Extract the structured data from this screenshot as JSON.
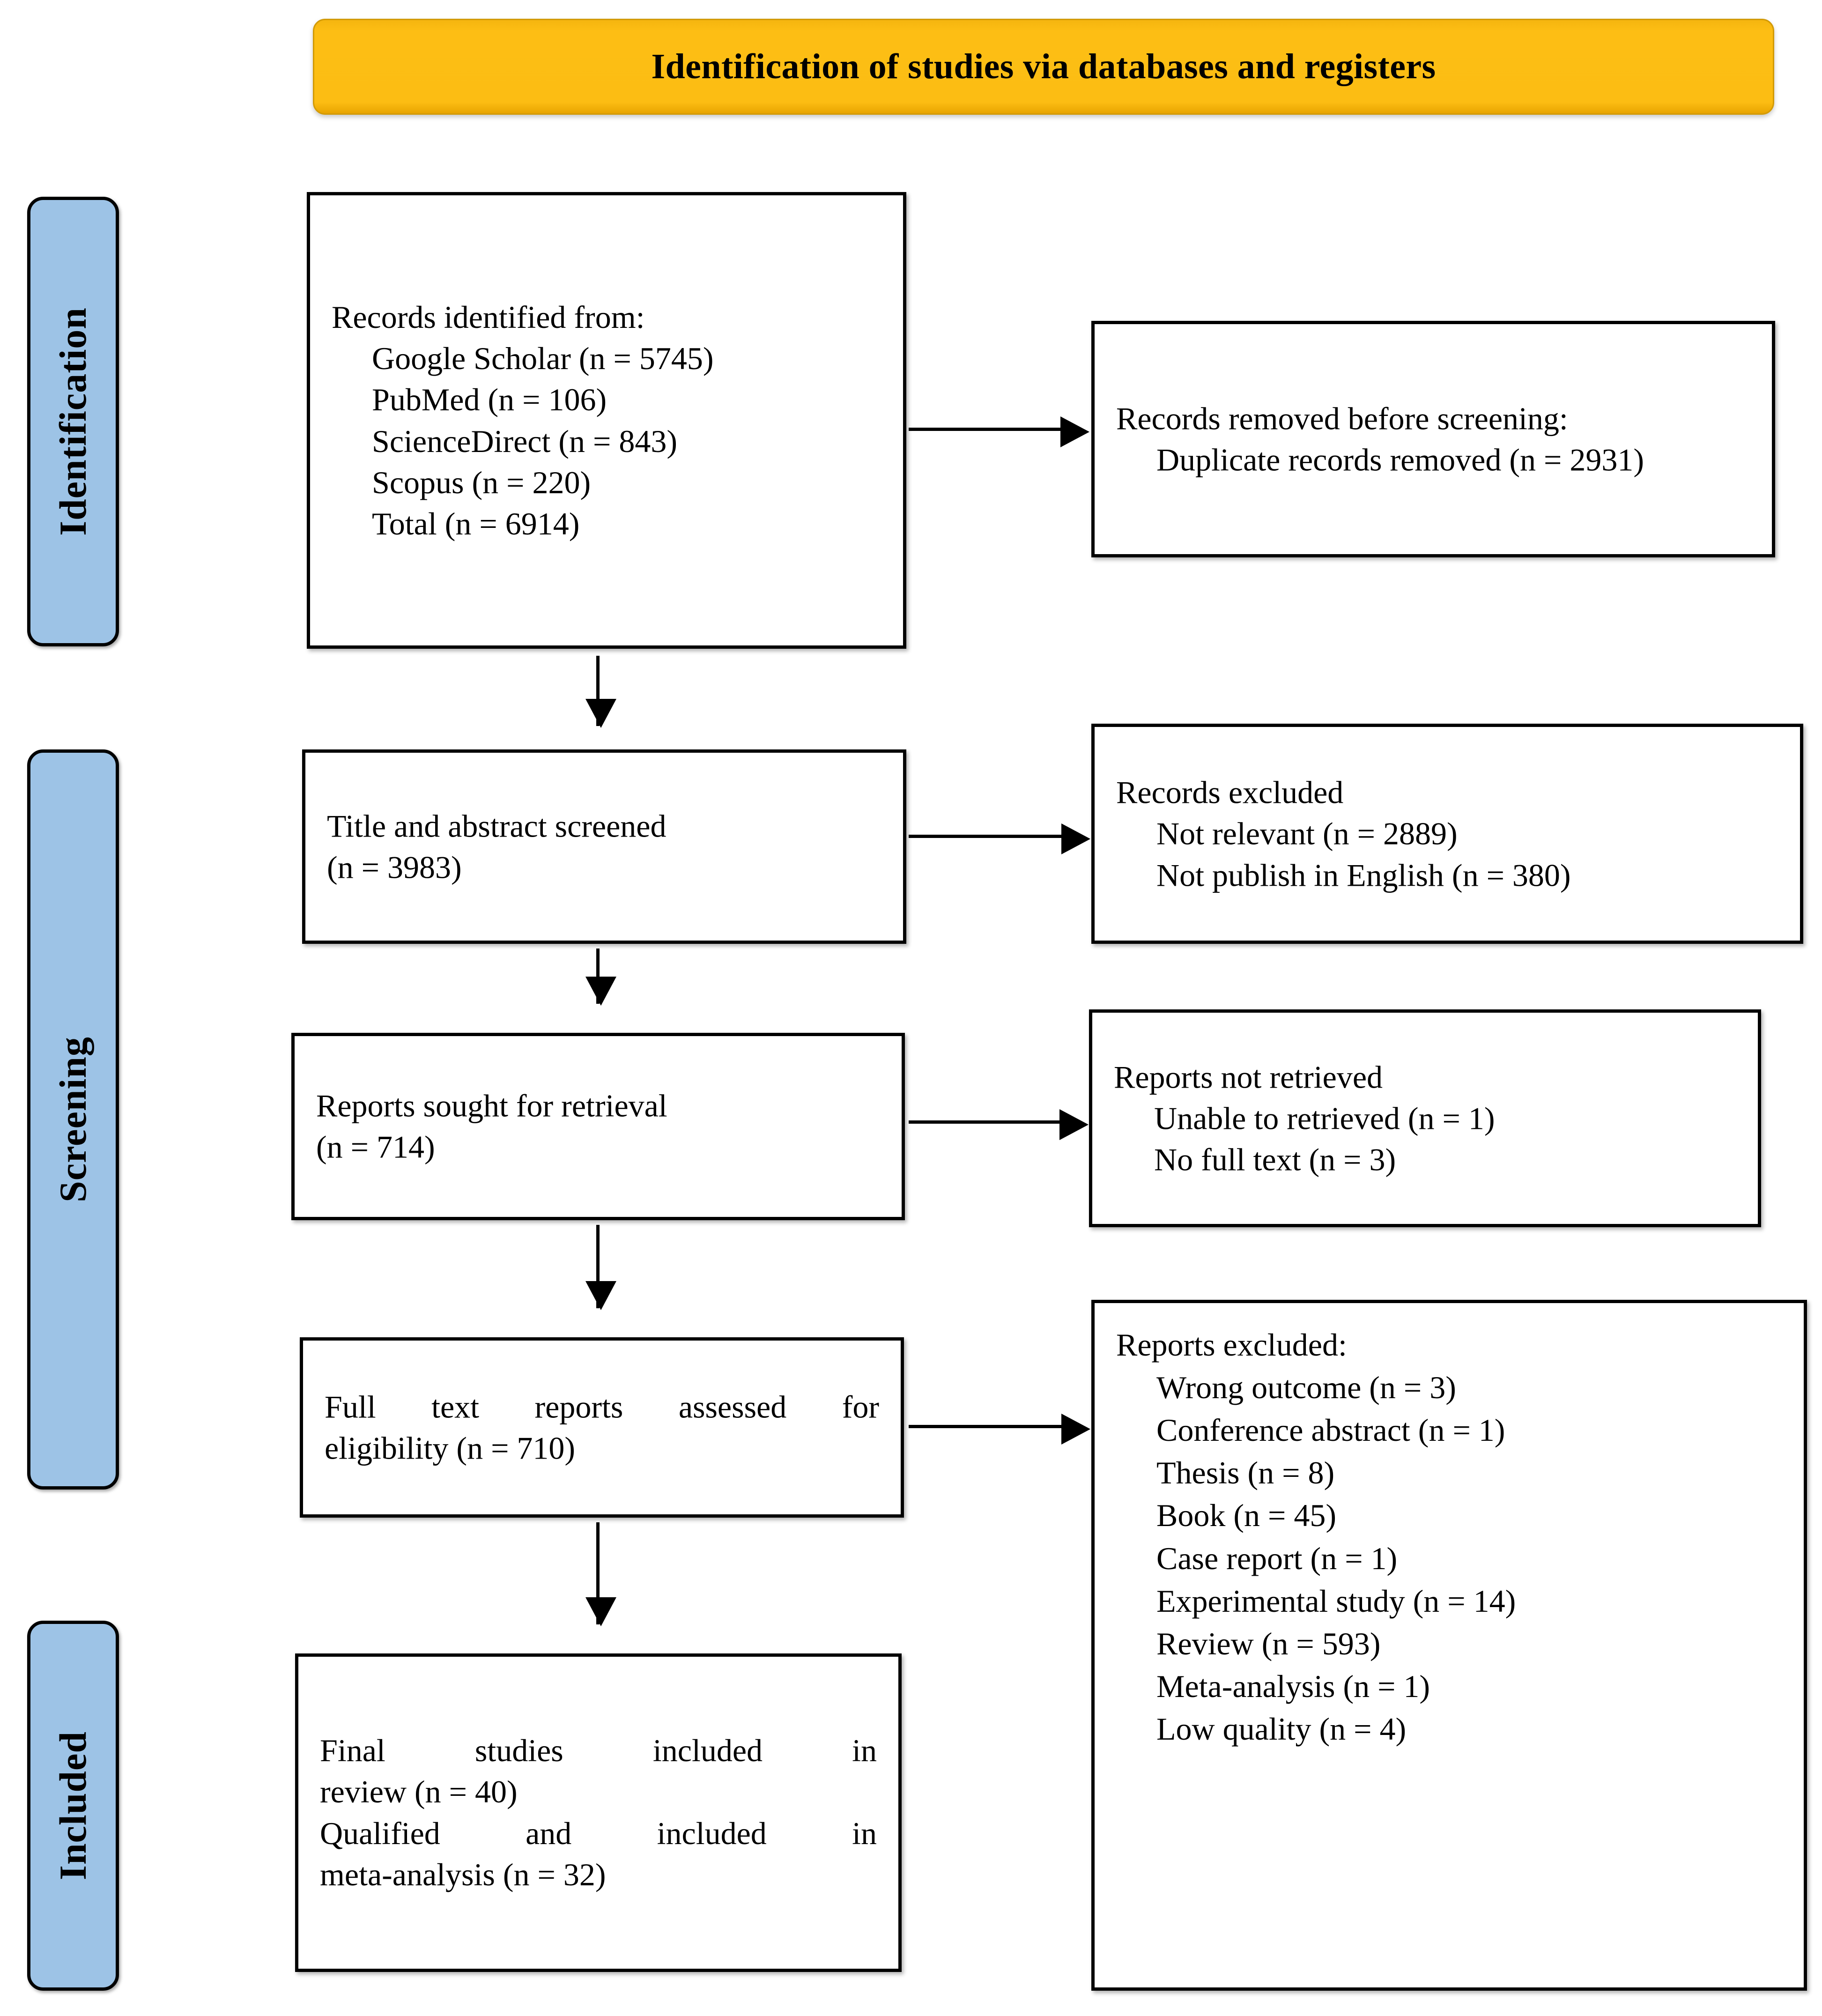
{
  "banner": {
    "title": "Identification of studies via databases and registers"
  },
  "stages": [
    {
      "key": "identification",
      "label": "Identification"
    },
    {
      "key": "screening",
      "label": "Screening"
    },
    {
      "key": "included",
      "label": "Included"
    }
  ],
  "colors": {
    "banner_fill": "#FCBD13",
    "stage_fill": "#9DC3E6",
    "box_border": "#000000",
    "box_fill": "#FFFFFF",
    "text": "#000000"
  },
  "boxes": {
    "identified": {
      "heading": "Records identified from:",
      "lines": [
        "Google Scholar (n = 5745)",
        "PubMed (n = 106)",
        "ScienceDirect (n = 843)",
        "Scopus (n = 220)",
        "Total (n = 6914)"
      ]
    },
    "removed": {
      "heading": "Records removed before screening:",
      "lines": [
        "Duplicate records removed (n = 2931)"
      ]
    },
    "screened": {
      "line1": "Title and abstract screened",
      "line2": "(n = 3983)"
    },
    "excluded_screen": {
      "heading": "Records excluded",
      "lines": [
        "Not relevant (n = 2889)",
        "Not publish in English (n = 380)"
      ]
    },
    "sought": {
      "line1": "Reports sought for retrieval",
      "line2": "(n = 714)"
    },
    "not_retrieved": {
      "heading": "Reports not retrieved",
      "lines": [
        "Unable to retrieved (n = 1)",
        "No full text (n = 3)"
      ]
    },
    "fulltext": {
      "line1": "Full text reports assessed for",
      "line2": "eligibility (n = 710)"
    },
    "reports_excluded": {
      "heading": "Reports excluded:",
      "lines": [
        "Wrong outcome (n = 3)",
        "Conference abstract (n = 1)",
        "Thesis (n = 8)",
        "Book (n = 45)",
        "Case report (n = 1)",
        "Experimental study (n = 14)",
        "Review (n = 593)",
        "Meta-analysis (n = 1)",
        "Low quality (n = 4)"
      ]
    },
    "final": {
      "line1": "Final studies included in",
      "line2": "review (n = 40)",
      "line3": "Qualified and included in",
      "line4": "meta-analysis (n = 32)"
    }
  },
  "chart_data": {
    "type": "diagram",
    "title": "Identification of studies via databases and registers",
    "nodes": [
      {
        "id": "identified",
        "stage": "Identification",
        "label": "Records identified from",
        "total": 6914,
        "sources": [
          {
            "name": "Google Scholar",
            "n": 5745
          },
          {
            "name": "PubMed",
            "n": 106
          },
          {
            "name": "ScienceDirect",
            "n": 843
          },
          {
            "name": "Scopus",
            "n": 220
          }
        ]
      },
      {
        "id": "removed",
        "stage": "Identification",
        "label": "Records removed before screening",
        "items": [
          {
            "name": "Duplicate records removed",
            "n": 2931
          }
        ]
      },
      {
        "id": "screened",
        "stage": "Screening",
        "label": "Title and abstract screened",
        "n": 3983
      },
      {
        "id": "excluded_screen",
        "stage": "Screening",
        "label": "Records excluded",
        "items": [
          {
            "name": "Not relevant",
            "n": 2889
          },
          {
            "name": "Not publish in English",
            "n": 380
          }
        ]
      },
      {
        "id": "sought",
        "stage": "Screening",
        "label": "Reports sought for retrieval",
        "n": 714
      },
      {
        "id": "not_retrieved",
        "stage": "Screening",
        "label": "Reports not retrieved",
        "items": [
          {
            "name": "Unable to retrieved",
            "n": 1
          },
          {
            "name": "No full text",
            "n": 3
          }
        ]
      },
      {
        "id": "fulltext",
        "stage": "Screening",
        "label": "Full text reports assessed for eligibility",
        "n": 710
      },
      {
        "id": "reports_excluded",
        "stage": "Screening",
        "label": "Reports excluded",
        "items": [
          {
            "name": "Wrong outcome",
            "n": 3
          },
          {
            "name": "Conference abstract",
            "n": 1
          },
          {
            "name": "Thesis",
            "n": 8
          },
          {
            "name": "Book",
            "n": 45
          },
          {
            "name": "Case report",
            "n": 1
          },
          {
            "name": "Experimental study",
            "n": 14
          },
          {
            "name": "Review",
            "n": 593
          },
          {
            "name": "Meta-analysis",
            "n": 1
          },
          {
            "name": "Low quality",
            "n": 4
          }
        ]
      },
      {
        "id": "final",
        "stage": "Included",
        "label": "Final studies included in review",
        "n": 40,
        "secondary_label": "Qualified and included in meta-analysis",
        "secondary_n": 32
      }
    ],
    "edges": [
      {
        "from": "identified",
        "to": "removed",
        "direction": "right"
      },
      {
        "from": "identified",
        "to": "screened",
        "direction": "down"
      },
      {
        "from": "screened",
        "to": "excluded_screen",
        "direction": "right"
      },
      {
        "from": "screened",
        "to": "sought",
        "direction": "down"
      },
      {
        "from": "sought",
        "to": "not_retrieved",
        "direction": "right"
      },
      {
        "from": "sought",
        "to": "fulltext",
        "direction": "down"
      },
      {
        "from": "fulltext",
        "to": "reports_excluded",
        "direction": "right"
      },
      {
        "from": "fulltext",
        "to": "final",
        "direction": "down"
      }
    ]
  }
}
